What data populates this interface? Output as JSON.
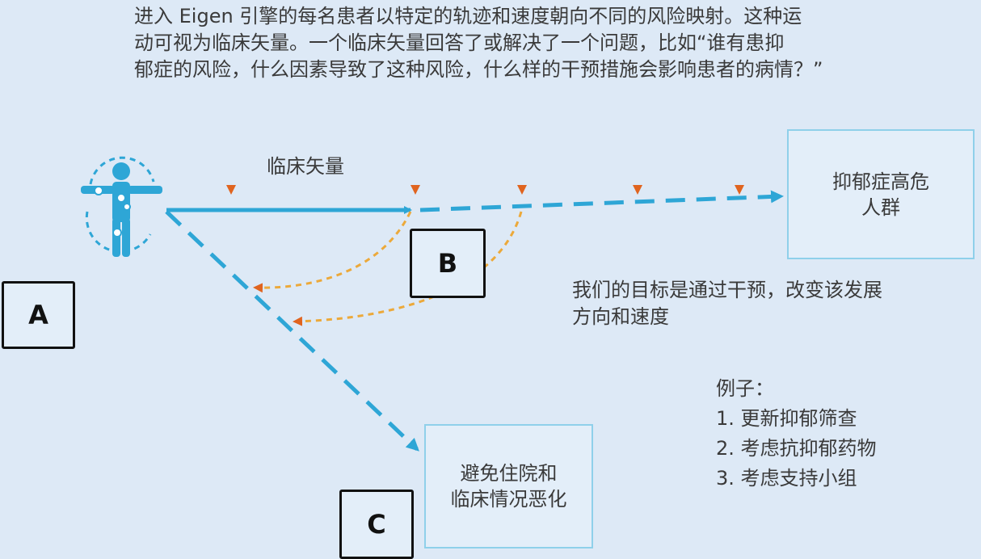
{
  "intro": {
    "line1": "进入 Eigen 引擎的每名患者以特定的轨迹和速度朝向不同的风险映射。这种运",
    "line2": "动可视为临床矢量。一个临床矢量回答了或解决了一个问题，比如“谁有患抑",
    "line3": "郁症的风险，什么因素导致了这种风险，什么样的干预措施会影响患者的病情？”"
  },
  "vector_label": "临床矢量",
  "risk_box": {
    "line1": "抑郁症高危",
    "line2": "人群"
  },
  "avoid_box": {
    "line1": "避免住院和",
    "line2": "临床情况恶化"
  },
  "letters": {
    "a": "A",
    "b": "B",
    "c": "C"
  },
  "goal": {
    "line1": "我们的目标是通过干预，改变该发展",
    "line2": "方向和速度"
  },
  "examples": {
    "title": "例子：",
    "item1": "1. 更新抑郁筛查",
    "item2": "2. 考虑抗抑郁药物",
    "item3": "3. 考虑支持小组"
  },
  "colors": {
    "background": "#dde9f6",
    "vector": "#2ea6d6",
    "force_arrow": "#e0641f",
    "intervention": "#eca93a",
    "box_border": "#8fd0ea"
  },
  "icons": {
    "patient": "patient-figure-icon"
  }
}
